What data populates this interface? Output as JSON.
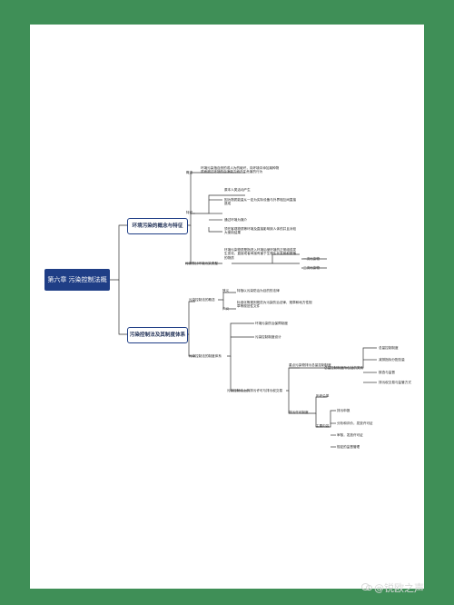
{
  "root": {
    "label": "第六章 污染控制法概述"
  },
  "branch1": {
    "label": "环境污染的概念与特征",
    "concept_label": "概念",
    "concept_text": "环境污染指自然的或人为的破坏，向环境中添加某种物质而超过环境的自净能力而产生危害的行为",
    "features_label": "特征",
    "features": [
      "原本人类活动产生",
      "因为物质能量从一定为实际设备与外界相互间直接造成",
      "通过环境为媒介",
      "须在客观物质等环境及直接影响到人体的并且对较大使用结果"
    ],
    "types_label": "污染物分环境污染类型",
    "types_text": "环境污染物质是指进入环境后使环境的正常组成发生变化，直接或者间接有害于生物生长发育和繁殖的物质",
    "types": [
      "一次污染物",
      "二次污染物"
    ]
  },
  "branch2": {
    "label": "污染控制法及其制度体系",
    "concept_label": "污染控制法的概念",
    "concept_items": [
      {
        "label": "狭义",
        "text": "特指以污染防治为目的的法律"
      },
      {
        "label": "广义",
        "text": "标准化等规则规范为污染防治法律，规章和地方性规章等规范性文件"
      }
    ],
    "system_label": "污染控制法的制度体系",
    "system_items": [
      "环境污染防治保障制度",
      "污染控制制度设计",
      "污染控制法上的排污许可与排污权交易"
    ],
    "key_label": "重点污染物排污总量控制制度",
    "key_sub_label": "总量控制制度所包括的类别",
    "key_items": [
      "总量控制制度",
      "减排指标分配总量",
      "核查与监督",
      "排污权交易与监管方式"
    ],
    "permit_label": "排污许可制度",
    "permit_sub": [
      {
        "label": "历史沿革"
      },
      {
        "label": "主要内容",
        "items": [
          "排污申报",
          "分析和评价，发放许可证",
          "审核，发放许可证",
          "规定的监督管理"
        ]
      }
    ]
  },
  "watermark": {
    "text": "@锐欧之声"
  },
  "colors": {
    "background": "#3f8f57",
    "root_fill": "#1f3e86",
    "line": "#333333"
  }
}
